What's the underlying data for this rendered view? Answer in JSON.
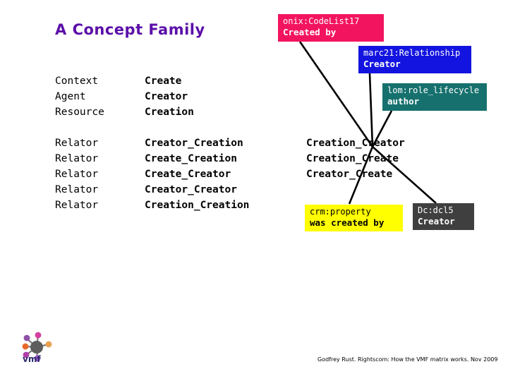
{
  "slide": {
    "title": "A Concept Family",
    "footer": "Godfrey Rust. Rightscom: How the VMF matrix works. Nov 2009",
    "logo_label": "vmf",
    "colors": {
      "title": "#5B0FA8",
      "onix_box": "#F3145F",
      "marc_box": "#1414E0",
      "lom_box": "#16716E",
      "crm_box": "#FFFF00",
      "dc_box": "#3F3F3F",
      "line": "#000000"
    }
  },
  "matrix": {
    "group_a": {
      "roles": [
        "Context",
        "Agent",
        "Resource"
      ],
      "concepts": [
        "Create",
        "Creator",
        "Creation"
      ]
    },
    "group_b": {
      "roles": [
        "Relator",
        "Relator",
        "Relator",
        "Relator",
        "Relator"
      ],
      "concepts": [
        "Creator_Creation",
        "Create_Creation",
        "Create_Creator",
        "Creator_Creator",
        "Creation_Creation"
      ],
      "inverses": [
        "Creation_Creator",
        "Creation_Create",
        "Creator_Create"
      ]
    }
  },
  "callouts": [
    {
      "key": "onix",
      "namespace": "onix:CodeList17",
      "value": "Created by"
    },
    {
      "key": "marc",
      "namespace": "marc21:Relationship",
      "value": "Creator"
    },
    {
      "key": "lom",
      "namespace": "lom:role_lifecycle",
      "value": "author"
    },
    {
      "key": "crm",
      "namespace": "crm:property",
      "value": "was created by"
    },
    {
      "key": "dc",
      "namespace": "Dc:dcl5",
      "value": "Creator"
    }
  ]
}
